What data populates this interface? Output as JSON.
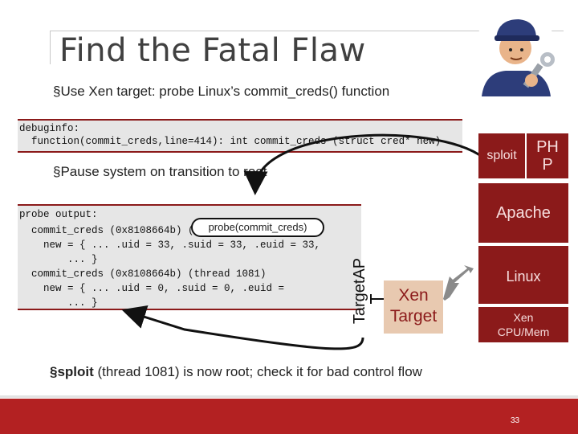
{
  "slide": {
    "title": "Find the Fatal Flaw",
    "bullets": [
      "§Use Xen target: probe Linux’s commit_creds() function",
      "§Pause system on transition to root"
    ],
    "last_bullet": {
      "bold": "§sploit",
      "rest": " (thread 1081) is now root; check it for bad control flow"
    },
    "page_number": "33"
  },
  "debuginfo": {
    "lines": [
      "debuginfo:",
      "  function(commit_creds,line=414): int commit_creds (struct cred* new)"
    ]
  },
  "probe_output": {
    "lines": [
      "probe output:",
      "",
      "  commit_creds (0x8108664b) (",
      "    new = { ... .uid = 33, .suid = 33, .euid = 33,",
      "        ... }",
      "  commit_creds (0x8108664b) (thread 1081)",
      "    new = { ... .uid = 0, .suid = 0, .euid =",
      "        ... }"
    ],
    "callout": "probe(commit_creds)"
  },
  "stack": {
    "sploit": "sploit",
    "php": "PH\nP",
    "apache": "Apache",
    "linux": "Linux",
    "xen_cpu": "Xen\nCPU/Mem"
  },
  "target_ap": "TargetAP",
  "xen_target": "Xen\nTarget",
  "colors": {
    "accent": "#8b1a1a",
    "footer": "#b32122",
    "xen_box": "#e8c9b0"
  }
}
